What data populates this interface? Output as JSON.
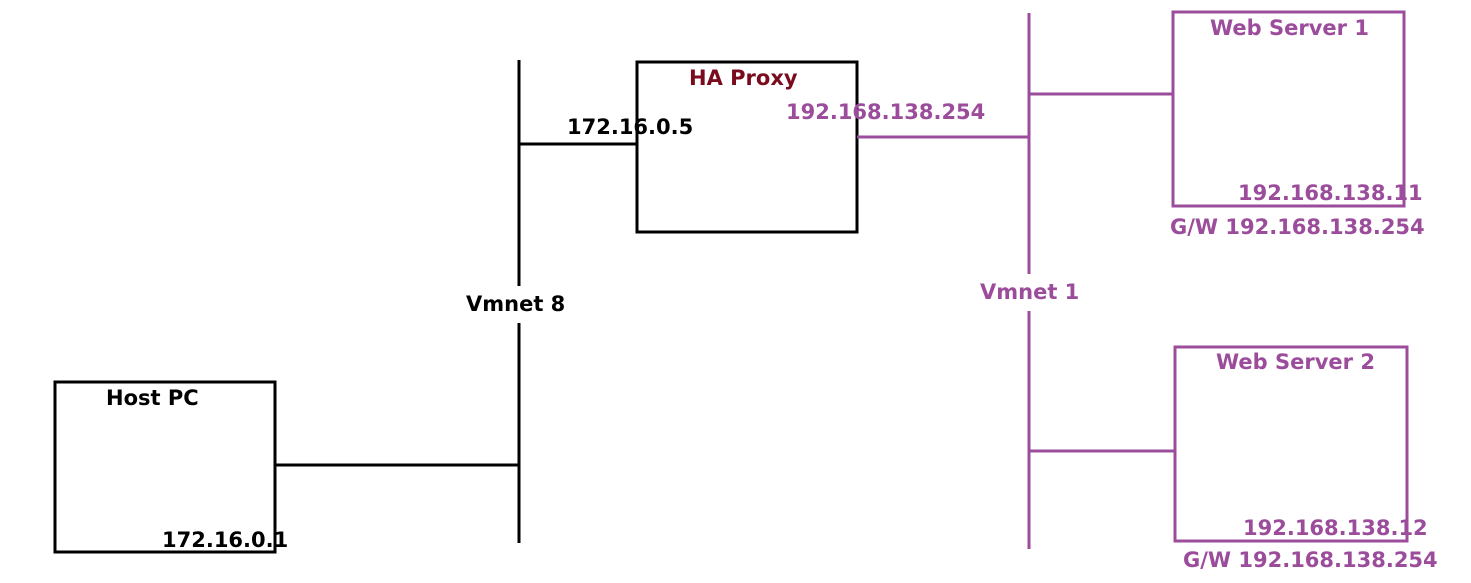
{
  "colors": {
    "black": "#000000",
    "purple": "#9b4c9b",
    "maroon": "#7a0b1e"
  },
  "networks": {
    "vmnet8": {
      "label": "Vmnet 8"
    },
    "vmnet1": {
      "label": "Vmnet 1"
    }
  },
  "nodes": {
    "host_pc": {
      "title": "Host PC",
      "ip": "172.16.0.1"
    },
    "ha_proxy": {
      "title": "HA Proxy",
      "ip_external": "172.16.0.5",
      "ip_internal": "192.168.138.254"
    },
    "web_server_1": {
      "title": "Web Server 1",
      "ip": "192.168.138.11",
      "gateway": "G/W 192.168.138.254"
    },
    "web_server_2": {
      "title": "Web Server 2",
      "ip": "192.168.138.12",
      "gateway": "G/W 192.168.138.254"
    }
  }
}
